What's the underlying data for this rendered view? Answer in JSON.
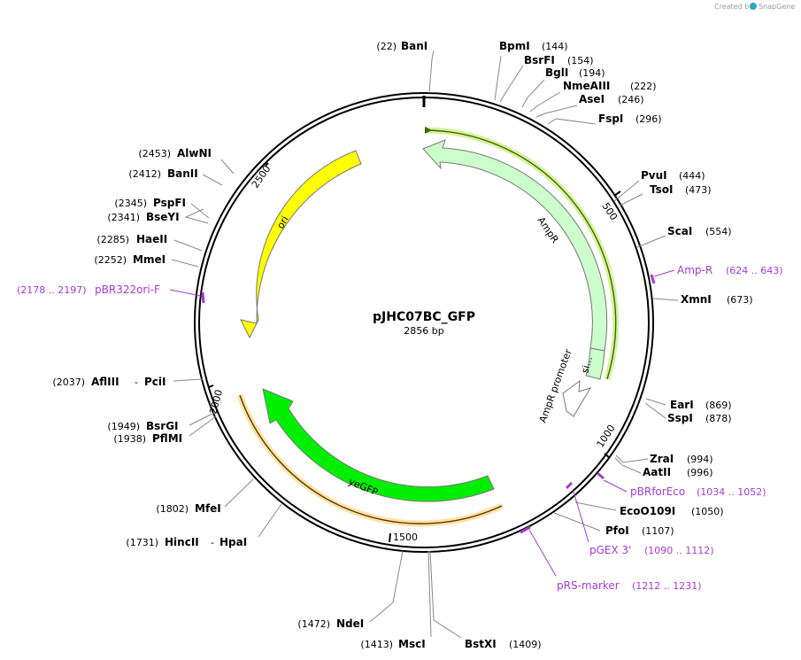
{
  "credit": {
    "prefix": "Created by",
    "brand": "SnapGene"
  },
  "plasmid": {
    "name": "pJHC07BC_GFP",
    "length_label": "2856 bp"
  },
  "ticks": [
    "500",
    "1000",
    "1500",
    "2000",
    "2500"
  ],
  "features": {
    "ampr": "AmpR",
    "ampr_promoter": "AmpR promoter",
    "signal": "si...",
    "ori": "ori",
    "yegfp": "yeGFP"
  },
  "enzymes": [
    {
      "name": "BanI",
      "pos": "(22)"
    },
    {
      "name": "BpmI",
      "pos": "(144)"
    },
    {
      "name": "BsrFI",
      "pos": "(154)"
    },
    {
      "name": "BglI",
      "pos": "(194)"
    },
    {
      "name": "NmeAIII",
      "pos": "(222)"
    },
    {
      "name": "AseI",
      "pos": "(246)"
    },
    {
      "name": "FspI",
      "pos": "(296)"
    },
    {
      "name": "PvuI",
      "pos": "(444)"
    },
    {
      "name": "TsoI",
      "pos": "(473)"
    },
    {
      "name": "ScaI",
      "pos": "(554)"
    },
    {
      "name": "XmnI",
      "pos": "(673)"
    },
    {
      "name": "EarI",
      "pos": "(869)"
    },
    {
      "name": "SspI",
      "pos": "(878)"
    },
    {
      "name": "ZraI",
      "pos": "(994)"
    },
    {
      "name": "AatII",
      "pos": "(996)"
    },
    {
      "name": "EcoO109I",
      "pos": "(1050)"
    },
    {
      "name": "PfoI",
      "pos": "(1107)"
    },
    {
      "name": "BstXI",
      "pos": "(1409)"
    },
    {
      "name": "MscI",
      "pos": "(1413)"
    },
    {
      "name": "NdeI",
      "pos": "(1472)"
    },
    {
      "name": "HincII",
      "name2": "HpaI",
      "pos": "(1731)"
    },
    {
      "name": "MfeI",
      "pos": "(1802)"
    },
    {
      "name": "PflMI",
      "pos": "(1938)"
    },
    {
      "name": "BsrGI",
      "pos": "(1949)"
    },
    {
      "name": "AflIII",
      "name2": "PciI",
      "pos": "(2037)"
    },
    {
      "name": "MmeI",
      "pos": "(2252)"
    },
    {
      "name": "HaeII",
      "pos": "(2285)"
    },
    {
      "name": "BseYI",
      "pos": "(2341)"
    },
    {
      "name": "PspFI",
      "pos": "(2345)"
    },
    {
      "name": "BanII",
      "pos": "(2412)"
    },
    {
      "name": "AlwNI",
      "pos": "(2453)"
    }
  ],
  "primers": [
    {
      "name": "Amp-R",
      "range": "(624 .. 643)"
    },
    {
      "name": "pBRforEco",
      "range": "(1034 .. 1052)"
    },
    {
      "name": "pGEX 3'",
      "range": "(1090 .. 1112)"
    },
    {
      "name": "pRS-marker",
      "range": "(1212 .. 1231)"
    },
    {
      "name": "pBR322ori-F",
      "range": "(2178 .. 2197)"
    }
  ],
  "colors": {
    "ampr": "#ccffcc",
    "ori": "#ffff00",
    "yegfp": "#00ee00",
    "primer": "#a23bd0",
    "orf_green": "#d7f29e",
    "orf_orange": "#fde2a6"
  }
}
